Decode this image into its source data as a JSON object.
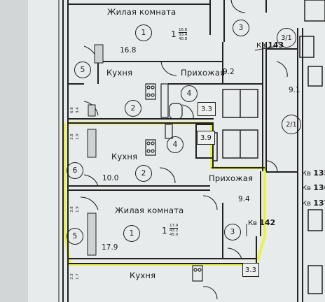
{
  "rooms": {
    "living_top": "Жилая комната",
    "kitchen_top": "Кухня",
    "hall_top": "Прихожая",
    "kitchen_mid": "Кухня",
    "hall_mid": "Прихожая",
    "living_mid": "Жилая комната",
    "kitchen_bottom": "Кухня"
  },
  "areas": {
    "kitchen_top": "16.8",
    "hall_top": "9.2",
    "right_room": "9.1",
    "wc_top": "3.3",
    "wc_mid": "3.9",
    "kitchen_mid": "10.0",
    "hall_mid": "9.4",
    "living_mid": "17.9",
    "wc_bottom": "3.3"
  },
  "room_numbers": {
    "living_top": "1",
    "apt_top_3": "3",
    "left_5_top": "5",
    "hall_top_4": "4",
    "kitchen_top_2": "2",
    "right_3_1": "3/1",
    "right_2_1": "2/1",
    "mid_4": "4",
    "mid_6": "6",
    "kitchen_mid_2": "2",
    "living_mid_1": "1",
    "left_5_mid": "5",
    "hall_mid_3": "3"
  },
  "apartment_summaries": {
    "top": {
      "rooms": "1",
      "living": "16.8",
      "total_a": "33.4",
      "total_b": "40.8"
    },
    "middle": {
      "rooms": "1",
      "living": "17.9",
      "total_a": "43.2",
      "total_b": "45.0"
    }
  },
  "apartments": {
    "prefix": "Кв",
    "top": "143",
    "middle": "142",
    "right_a": "135",
    "right_b": "136",
    "right_c": "137"
  },
  "wall_dims": {
    "top_a": "6.8",
    "top_b": "3.4",
    "mid_a": "3.8",
    "mid_b": "1.9",
    "low_a": "3.8",
    "low_b": "1.9",
    "bot_a": "3.3",
    "bot_b": "1.7"
  },
  "colors": {
    "highlight": "#e9f23a",
    "paper": "#e9ecec",
    "lines": "#222222"
  }
}
